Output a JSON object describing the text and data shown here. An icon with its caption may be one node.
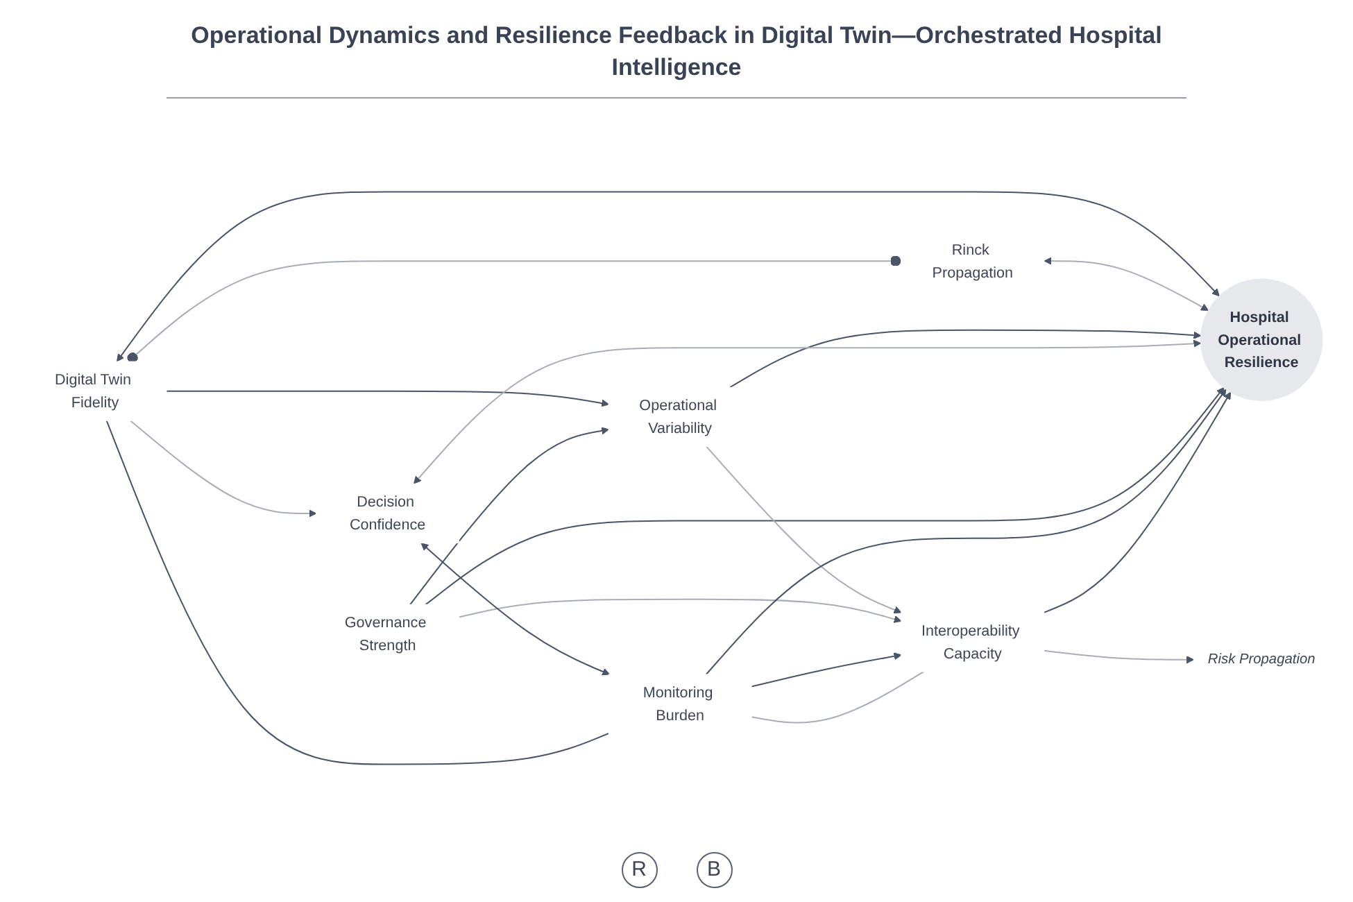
{
  "diagram": {
    "title": "Operational Dynamics and Resilience Feedback in Digital Twin—Orchestrated Hospital Intelligence",
    "nodes": [
      {
        "text": [
          "Digital Twin Fidelity"
        ]
      },
      {
        "text": [
          "Rinck Propagation"
        ]
      },
      {
        "text": [
          "Operational Variability"
        ]
      },
      {
        "text": [
          "Hospital Operational Resilience"
        ]
      },
      {
        "text": [
          "Decision Confidence"
        ]
      },
      {
        "text": [
          "Governance Strength"
        ]
      },
      {
        "text": [
          "Risk Propagation"
        ]
      },
      {
        "text": [
          "Monitoring Burden"
        ]
      },
      {
        "text": [
          "Interoperability Capacity"
        ]
      }
    ],
    "edges": [
      {
        "from": 0,
        "to": 2,
        "arrow": "to"
      },
      {
        "from": 0,
        "to": 1,
        "arrow": "other",
        "color": "#a9adb5"
      },
      {
        "from": 0,
        "to": 3,
        "arrow": "both"
      },
      {
        "from": 1,
        "to": 3,
        "arrow": "both",
        "color": "#a9adb5"
      },
      {
        "from": 2,
        "to": 3,
        "arrow": "to"
      },
      {
        "from": 0,
        "to": 4,
        "arrow": "to",
        "color": "#a9adb5"
      },
      {
        "from": 4,
        "to": 3,
        "arrow": "both",
        "color": "#a9adb5"
      },
      {
        "from": 5,
        "to": 3,
        "arrow": "to"
      },
      {
        "from": 5,
        "to": 2,
        "arrow": "to"
      },
      {
        "from": 2,
        "to": 8,
        "arrow": "to",
        "color": "#a9adb5"
      },
      {
        "from": 5,
        "to": 8,
        "arrow": "to",
        "color": "#a9adb5"
      },
      {
        "from": 7,
        "to": 3,
        "arrow": "to"
      },
      {
        "from": 8,
        "to": 3,
        "arrow": "to"
      },
      {
        "from": 8,
        "to": 6,
        "arrow": "to",
        "color": "#a9adb5"
      },
      {
        "from": 4,
        "to": 7,
        "arrow": "both"
      },
      {
        "from": 0,
        "to": 7,
        "arrow": "none"
      },
      {
        "from": 7,
        "to": 8,
        "arrow": "to"
      },
      {
        "from": 7,
        "to": 8,
        "arrow": "none",
        "color": "#a9adb5"
      }
    ],
    "labels": [
      "R",
      "B"
    ]
  }
}
